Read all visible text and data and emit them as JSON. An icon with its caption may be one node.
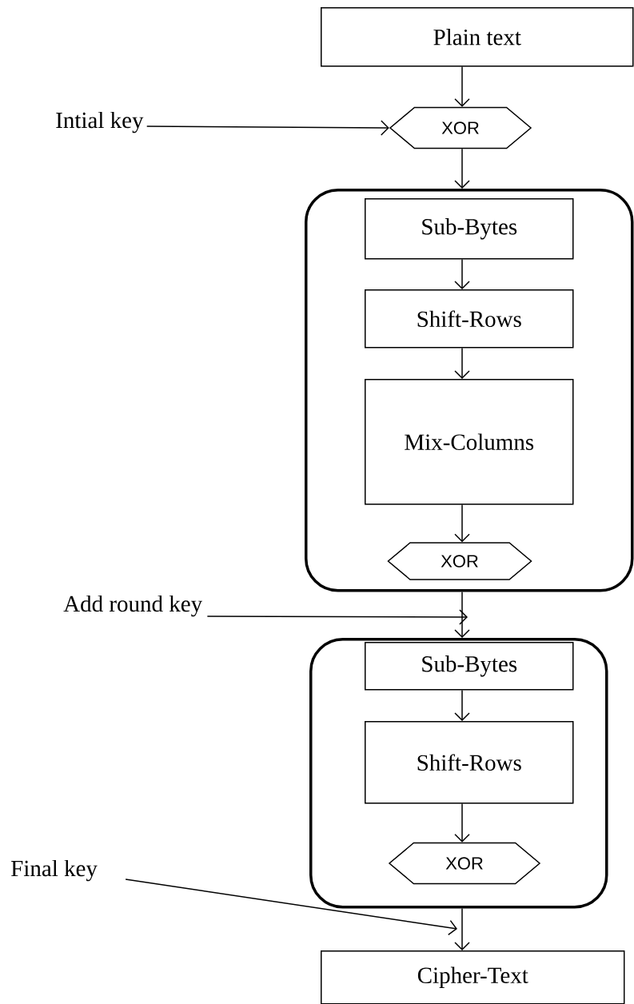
{
  "diagram": {
    "nodes": [
      {
        "text": [
          "Plain text"
        ]
      },
      {
        "text": [
          "Intial key"
        ]
      },
      {
        "text": [
          "XOR"
        ]
      },
      {
        "text": [],
        "shape": "box"
      },
      {
        "text": [
          "Sub-Bytes"
        ],
        "in": 3
      },
      {
        "text": [
          "Shift-Rows"
        ],
        "in": 3
      },
      {
        "text": [
          "Mix-Columns"
        ],
        "in": 3
      },
      {
        "text": [
          "XOR"
        ],
        "in": 3
      },
      {
        "text": [
          "Add round key"
        ]
      },
      {
        "text": [],
        "shape": "box"
      },
      {
        "text": [
          "Sub-Bytes"
        ],
        "in": 9
      },
      {
        "text": [
          "Shift-Rows"
        ],
        "in": 9
      },
      {
        "text": [
          "XOR"
        ],
        "in": 9
      },
      {
        "text": [
          "Final key"
        ]
      },
      {
        "text": [
          "Cipher-Text"
        ]
      }
    ],
    "edges": [
      {
        "from": 0,
        "to": 2,
        "arrow": "to"
      },
      {
        "from": 1,
        "to": 2,
        "arrow": "to"
      },
      {
        "from": 2,
        "to": 3,
        "arrow": "to"
      },
      {
        "from": 4,
        "to": 5,
        "arrow": "to"
      },
      {
        "from": 5,
        "to": 6,
        "arrow": "to"
      },
      {
        "from": 6,
        "to": 7,
        "arrow": "to"
      },
      {
        "from": 3,
        "to": 9,
        "arrow": "to"
      },
      {
        "from": 8,
        "to": null,
        "arrow": "to"
      },
      {
        "from": 10,
        "to": 11,
        "arrow": "to"
      },
      {
        "from": 11,
        "to": 12,
        "arrow": "to"
      },
      {
        "from": 9,
        "to": 14,
        "arrow": "to"
      },
      {
        "from": 13,
        "to": null,
        "arrow": "to"
      }
    ]
  }
}
